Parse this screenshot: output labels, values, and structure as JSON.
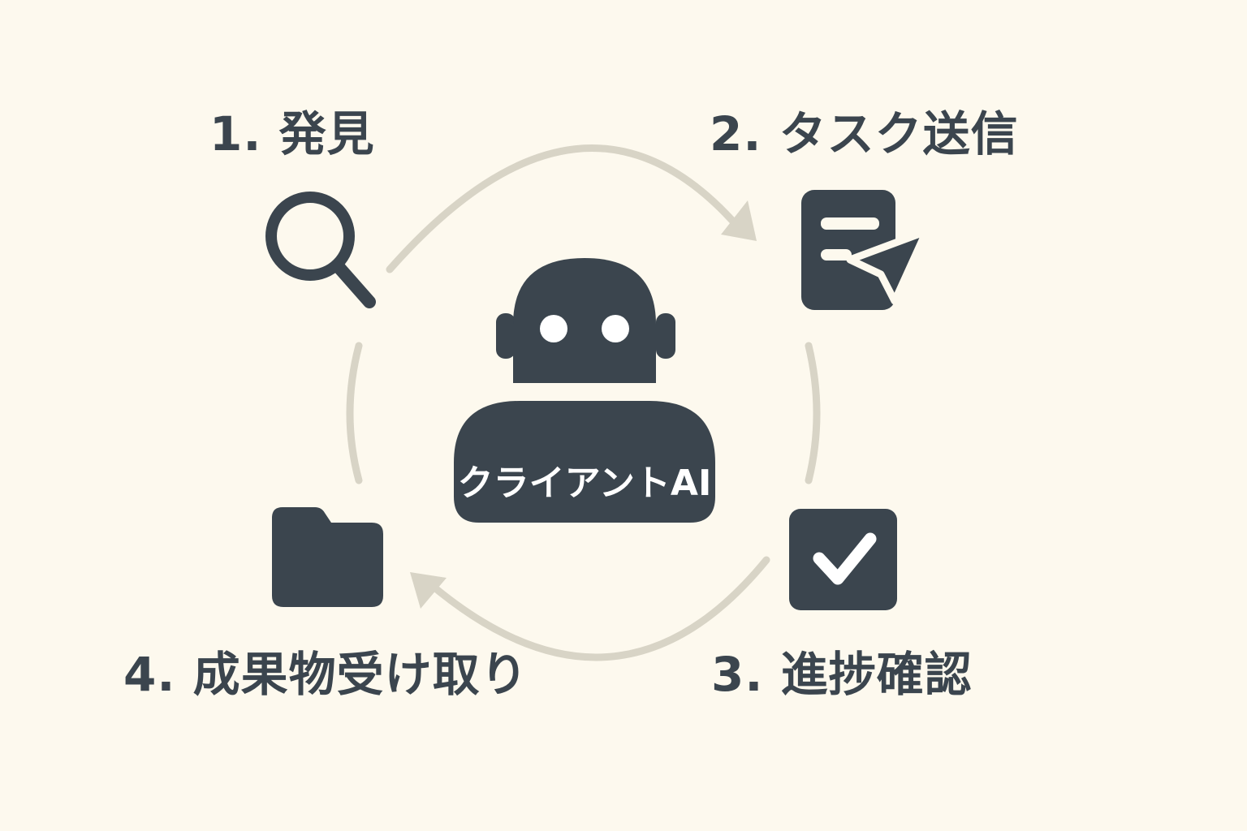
{
  "diagram": {
    "center": {
      "label": "クライアントAI",
      "icon": "robot-icon"
    },
    "steps": [
      {
        "label": "1. 発見",
        "icon": "search-icon"
      },
      {
        "label": "2. タスク送信",
        "icon": "send-document-icon"
      },
      {
        "label": "3. 進捗確認",
        "icon": "checkbox-checked-icon"
      },
      {
        "label": "4. 成果物受け取り",
        "icon": "folder-icon"
      }
    ],
    "colors": {
      "background": "#fdf9ee",
      "icon": "#3b454e",
      "arrow": "#d8d4c6",
      "text": "#3b454e"
    }
  }
}
